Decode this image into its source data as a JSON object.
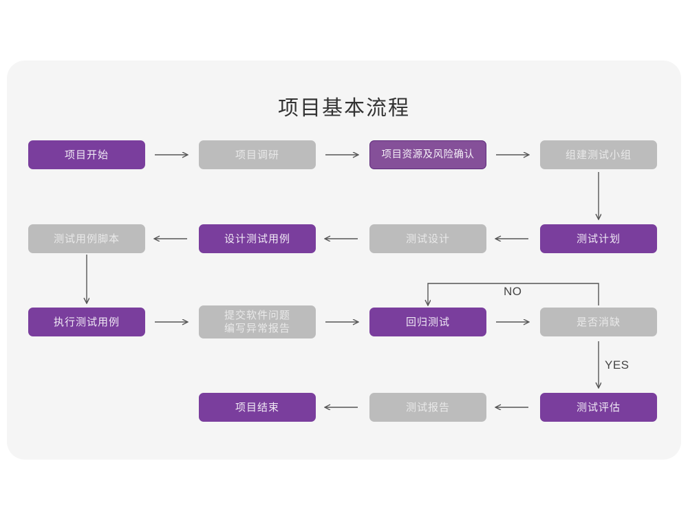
{
  "chart_data": {
    "type": "diagram",
    "title": "项目基本流程",
    "nodes": [
      {
        "id": "n1",
        "label": "项目开始",
        "style": "purple",
        "row": 1,
        "col": 1
      },
      {
        "id": "n2",
        "label": "项目调研",
        "style": "gray",
        "row": 1,
        "col": 2
      },
      {
        "id": "n3",
        "label": "项目资源及风险确认",
        "style": "purple-outline",
        "row": 1,
        "col": 3
      },
      {
        "id": "n4",
        "label": "组建测试小组",
        "style": "gray",
        "row": 1,
        "col": 4
      },
      {
        "id": "n5",
        "label": "测试用例脚本",
        "style": "gray",
        "row": 2,
        "col": 1
      },
      {
        "id": "n6",
        "label": "设计测试用例",
        "style": "purple",
        "row": 2,
        "col": 2
      },
      {
        "id": "n7",
        "label": "测试设计",
        "style": "gray",
        "row": 2,
        "col": 3
      },
      {
        "id": "n8",
        "label": "测试计划",
        "style": "purple",
        "row": 2,
        "col": 4
      },
      {
        "id": "n9",
        "label": "执行测试用例",
        "style": "purple",
        "row": 3,
        "col": 1
      },
      {
        "id": "n10",
        "label": "提交软件问题\n编写异常报告",
        "style": "gray",
        "row": 3,
        "col": 2
      },
      {
        "id": "n11",
        "label": "回归测试",
        "style": "purple",
        "row": 3,
        "col": 3
      },
      {
        "id": "n12",
        "label": "是否消缺",
        "style": "gray",
        "row": 3,
        "col": 4
      },
      {
        "id": "n13",
        "label": "项目结束",
        "style": "purple",
        "row": 4,
        "col": 2
      },
      {
        "id": "n14",
        "label": "测试报告",
        "style": "gray",
        "row": 4,
        "col": 3
      },
      {
        "id": "n15",
        "label": "测试评估",
        "style": "purple",
        "row": 4,
        "col": 4
      }
    ],
    "edges": [
      {
        "from": "n1",
        "to": "n2",
        "dir": "right"
      },
      {
        "from": "n2",
        "to": "n3",
        "dir": "right"
      },
      {
        "from": "n3",
        "to": "n4",
        "dir": "right"
      },
      {
        "from": "n4",
        "to": "n8",
        "dir": "down"
      },
      {
        "from": "n8",
        "to": "n7",
        "dir": "left"
      },
      {
        "from": "n7",
        "to": "n6",
        "dir": "left"
      },
      {
        "from": "n6",
        "to": "n5",
        "dir": "left"
      },
      {
        "from": "n5",
        "to": "n9",
        "dir": "down"
      },
      {
        "from": "n9",
        "to": "n10",
        "dir": "right"
      },
      {
        "from": "n10",
        "to": "n11",
        "dir": "right"
      },
      {
        "from": "n11",
        "to": "n12",
        "dir": "right"
      },
      {
        "from": "n12",
        "to": "n11",
        "dir": "loop-up",
        "label": "NO"
      },
      {
        "from": "n12",
        "to": "n15",
        "dir": "down",
        "label": "YES"
      },
      {
        "from": "n15",
        "to": "n14",
        "dir": "left"
      },
      {
        "from": "n14",
        "to": "n13",
        "dir": "left"
      }
    ],
    "labels": {
      "no": "NO",
      "yes": "YES"
    },
    "colors": {
      "purple": "#7a3e9d",
      "purple_outline_fill": "#855099",
      "purple_outline_border": "#5d2a7a",
      "gray": "#bcbcbc",
      "gray_text": "#e9e9e9",
      "purple_text": "#f0e9f5",
      "canvas": "#f5f5f5",
      "page": "#ffffff",
      "arrow": "#555555",
      "title_text": "#333333"
    }
  }
}
